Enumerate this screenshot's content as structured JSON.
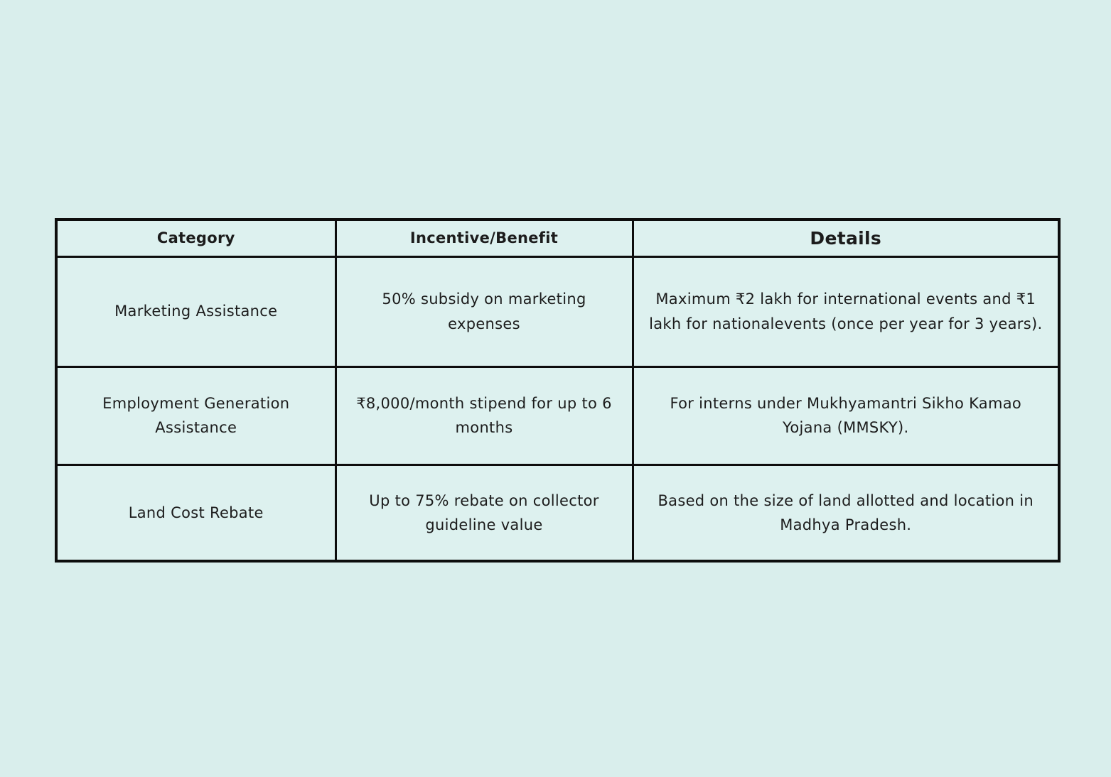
{
  "page": {
    "background_color": "#d9eeec",
    "cell_background_color": "#ddf1ef",
    "border_color": "#0d0d0d",
    "text_color": "#1c1c1c"
  },
  "table": {
    "headers": {
      "category": "Category",
      "incentive": "Incentive/Benefit",
      "details": "Details"
    },
    "rows": [
      {
        "category": "Marketing Assistance",
        "incentive": "50% subsidy on marketing expenses",
        "details": "Maximum ₹2 lakh for international events and ₹1 lakh for nationalevents (once per year for 3 years)."
      },
      {
        "category": "Employment Generation Assistance",
        "incentive": "₹8,000/month stipend for up to 6 months",
        "details": "For interns under Mukhyamantri Sikho Kamao Yojana (MMSKY)."
      },
      {
        "category": "Land Cost Rebate",
        "incentive": "Up to 75% rebate on collector guideline value",
        "details": "Based on the size of land allotted and location in Madhya Pradesh."
      }
    ]
  }
}
